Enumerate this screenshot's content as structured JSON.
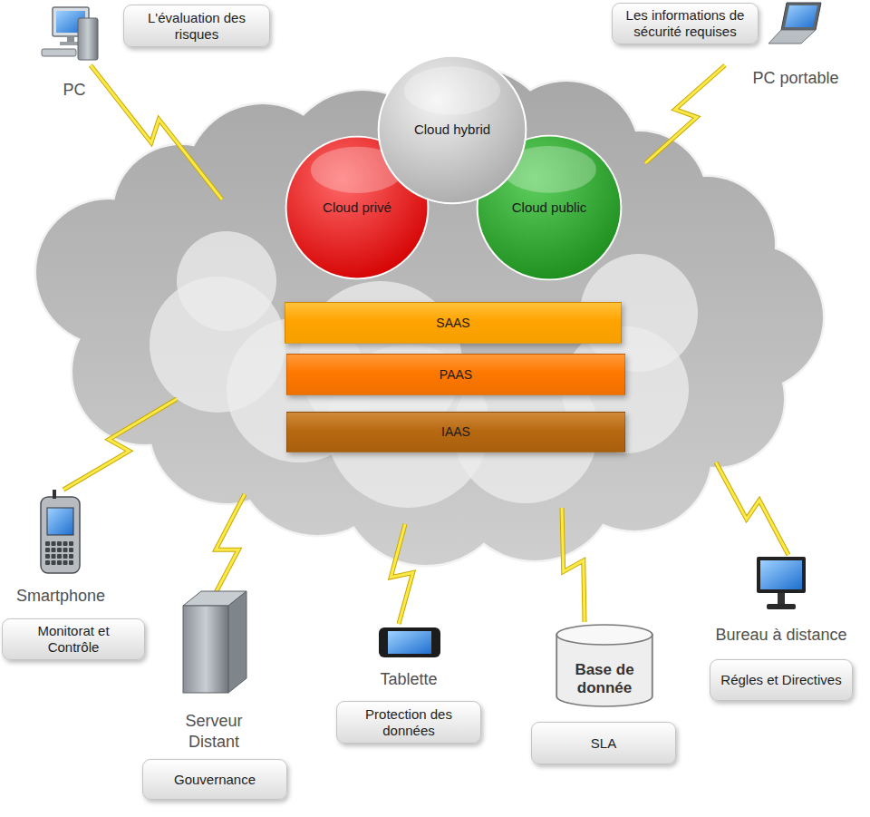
{
  "diagram": {
    "nodes": [
      {
        "text": [
          "L'évaluation des risques"
        ]
      },
      {
        "text": [
          "Les informations de sécurité requises"
        ]
      },
      {
        "text": [
          "Cloud privé"
        ]
      },
      {
        "text": [
          "Cloud public"
        ]
      },
      {
        "text": [
          "Cloud hybrid"
        ]
      },
      {
        "text": [
          "SAAS"
        ]
      },
      {
        "text": [
          "PAAS"
        ]
      },
      {
        "text": [
          "IAAS"
        ]
      },
      {
        "text": [
          "Monitorat et Contrôle"
        ]
      },
      {
        "text": [
          "Base de donnée"
        ]
      },
      {
        "text": [
          "Régles et Directives"
        ]
      },
      {
        "text": [
          "Protection des données"
        ]
      },
      {
        "text": [
          "SLA"
        ]
      },
      {
        "text": [
          "Gouvernance"
        ]
      }
    ],
    "labels": [
      "PC",
      "PC portable",
      "Smartphone",
      "Serveur Distant",
      "Tablette",
      "Bureau à distance"
    ]
  }
}
